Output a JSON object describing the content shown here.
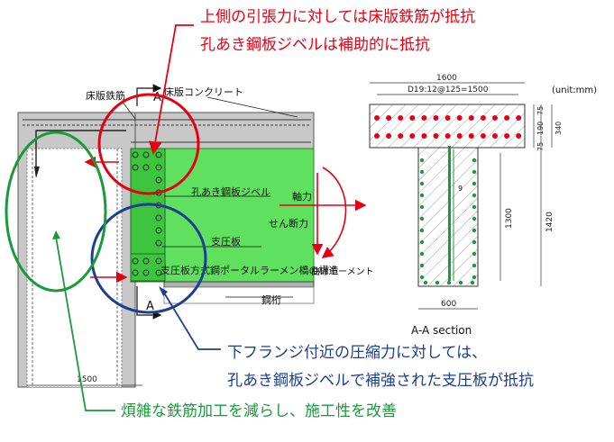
{
  "callouts": {
    "red_line1": "上側の引張力に対しては床版鉄筋が抵抗",
    "red_line2": "孔あき鋼板ジベルは補助的に抵抗",
    "blue_line1": "下フランジ付近の圧縮力に対しては、",
    "blue_line2": "孔あき鋼板ジベルで補強された支圧板が抵抗",
    "green_line": "煩雑な鉄筋加工を減らし、施工性を改善"
  },
  "left_diagram": {
    "label_slab_rebar": "床版鉄筋",
    "label_slab_concrete": "床版コンクリート",
    "label_perfobond": "孔あき鋼板ジベル",
    "label_bearing_plate": "支圧板",
    "label_structure": "支圧板方式鋼ポータルラーメン橋の構造",
    "label_steel_girder": "鋼桁",
    "label_axial": "軸力",
    "label_shear": "せん断力",
    "label_moment": "曲げモーメント",
    "section_mark_top": "A",
    "section_mark_bottom": "A",
    "dim_width": "1500"
  },
  "section": {
    "title": "A-A section",
    "unit": "(unit:mm)",
    "dim_top": "1600",
    "rebar_spec": "D19:12@125=1500",
    "dim_75_top": "75",
    "dim_190": "190",
    "dim_75_bottom": "75",
    "dim_340": "340",
    "dim_1300": "1300",
    "dim_1420": "1420",
    "dim_600": "600",
    "dim_9": "9"
  },
  "colors": {
    "red": "#e60012",
    "blue": "#1d3f8f",
    "green": "#1a9a3a",
    "web_fill": "#5fe05f",
    "concrete": "#c8c8c8"
  }
}
